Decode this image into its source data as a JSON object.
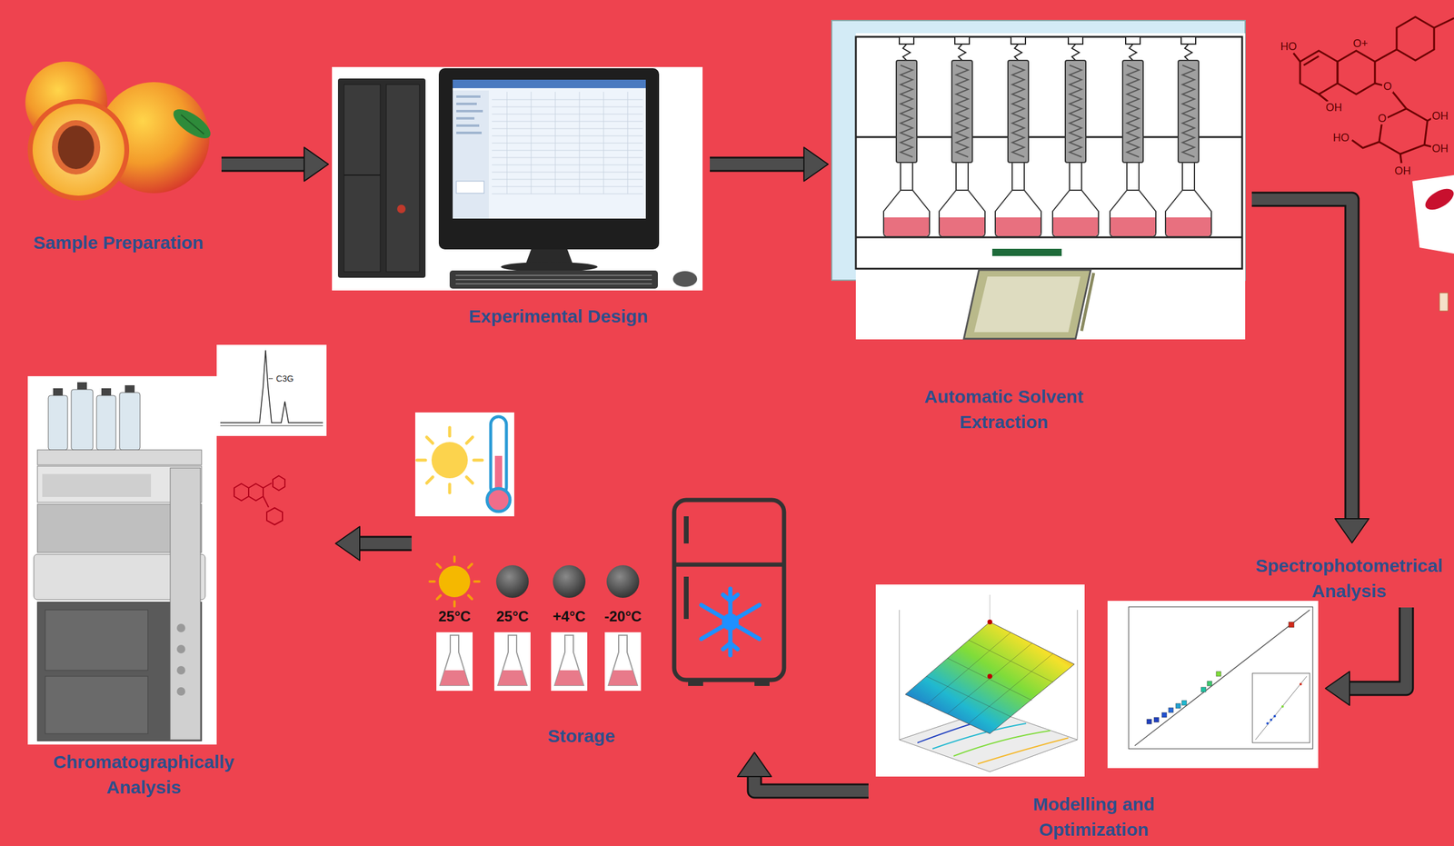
{
  "diagram": {
    "nodes": [
      {
        "text": [
          "Sample Preparation"
        ]
      },
      {
        "text": [
          "Experimental Design"
        ]
      },
      {
        "text": [
          "Automatic Solvent Extraction"
        ]
      },
      {
        "text": [
          "Spectrophotometrical Analysis"
        ]
      },
      {
        "text": [
          "Modelling and Optimization"
        ]
      },
      {
        "text": [
          "Storage"
        ]
      },
      {
        "text": [
          "Chromatographically Analysis"
        ]
      }
    ],
    "edges": [
      {
        "from": 0,
        "to": 1,
        "arrow": "to"
      },
      {
        "from": 1,
        "to": 2,
        "arrow": "to"
      },
      {
        "from": 2,
        "to": 3,
        "arrow": "to"
      },
      {
        "from": 3,
        "to": 4,
        "arrow": "to"
      },
      {
        "from": 4,
        "to": 5,
        "arrow": "to"
      },
      {
        "from": 5,
        "to": 6,
        "arrow": "to"
      }
    ],
    "labels": [
      "25°C",
      "25°C",
      "+4°C",
      "-20°C",
      "C3G",
      "HO",
      "O+",
      "O",
      "OH",
      "HO",
      "O",
      "OH",
      "OH",
      "OH"
    ]
  }
}
